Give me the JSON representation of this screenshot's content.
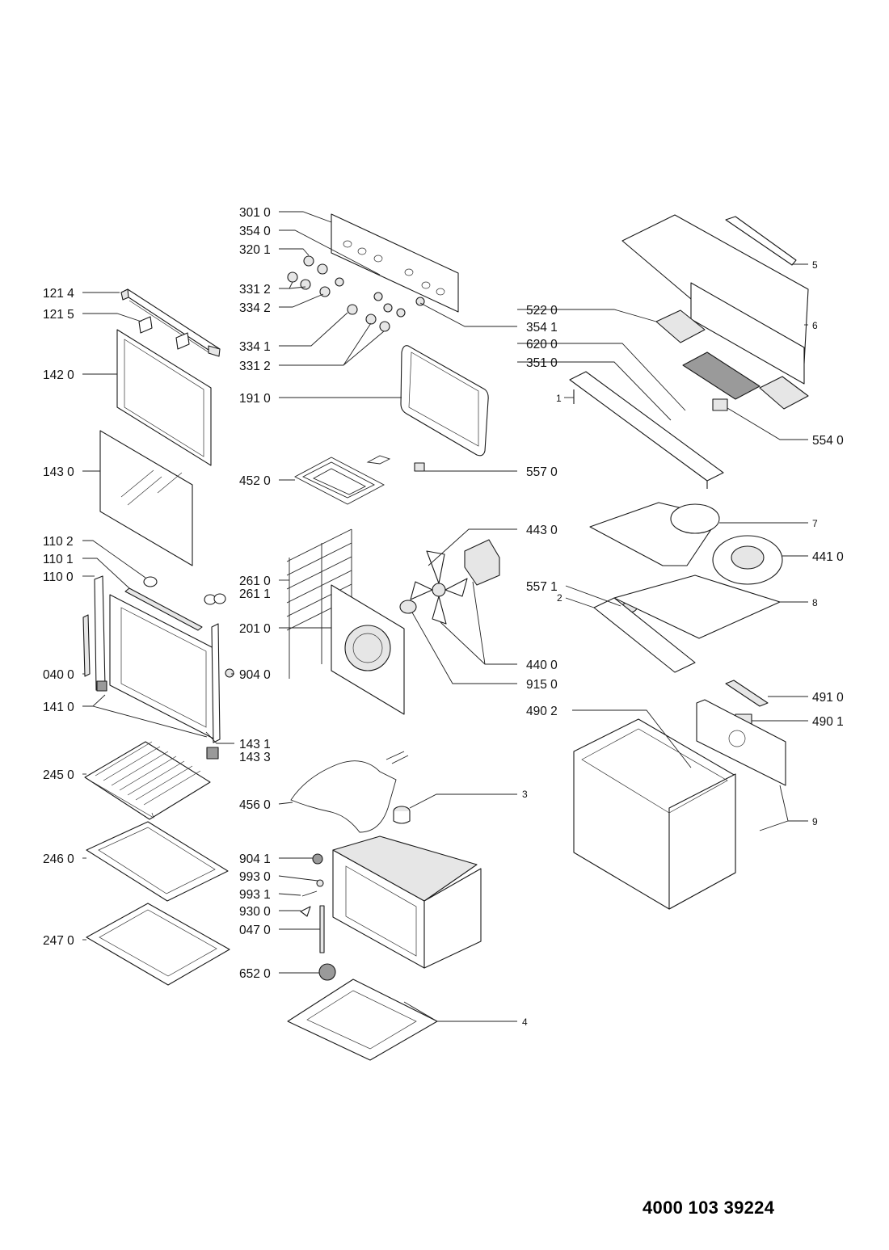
{
  "document_number": "4000 103 39224",
  "callouts": {
    "c1214": "121 4",
    "c1215": "121 5",
    "c1420": "142 0",
    "c1430": "143 0",
    "c1102": "110 2",
    "c1101": "110 1",
    "c1100": "110 0",
    "c0400": "040 0",
    "c1410": "141 0",
    "c2450": "245 0",
    "c2460": "246 0",
    "c2470": "247 0",
    "c3010": "301 0",
    "c3540": "354 0",
    "c3201": "320 1",
    "c3312a": "331 2",
    "c3342": "334 2",
    "c3341": "334 1",
    "c3312b": "331 2",
    "c1910": "191 0",
    "c4520": "452 0",
    "c2610": "261 0",
    "c2611": "261 1",
    "c2010": "201 0",
    "c9040": "904 0",
    "c1431": "143 1",
    "c1433": "143 3",
    "c4560": "456 0",
    "c9041": "904 1",
    "c9930": "993 0",
    "c9931": "993 1",
    "c9300": "930 0",
    "c0470": "047 0",
    "c6520": "652 0",
    "c4": "4",
    "c3": "3",
    "c5220": "522 0",
    "c6200": "620 0",
    "c3510": "351 0",
    "c1": "1",
    "c5": "5",
    "c6": "6",
    "c5541": "354 1",
    "c5540": "554 0",
    "c5570": "557 0",
    "c4430": "443 0",
    "c7": "7",
    "c4410": "441 0",
    "c5571": "557 1",
    "c2": "2",
    "c8": "8",
    "c4400": "440 0",
    "c9150": "915 0",
    "c4910": "491 0",
    "c4902": "490 2",
    "c4901": "490 1",
    "c9": "9"
  }
}
